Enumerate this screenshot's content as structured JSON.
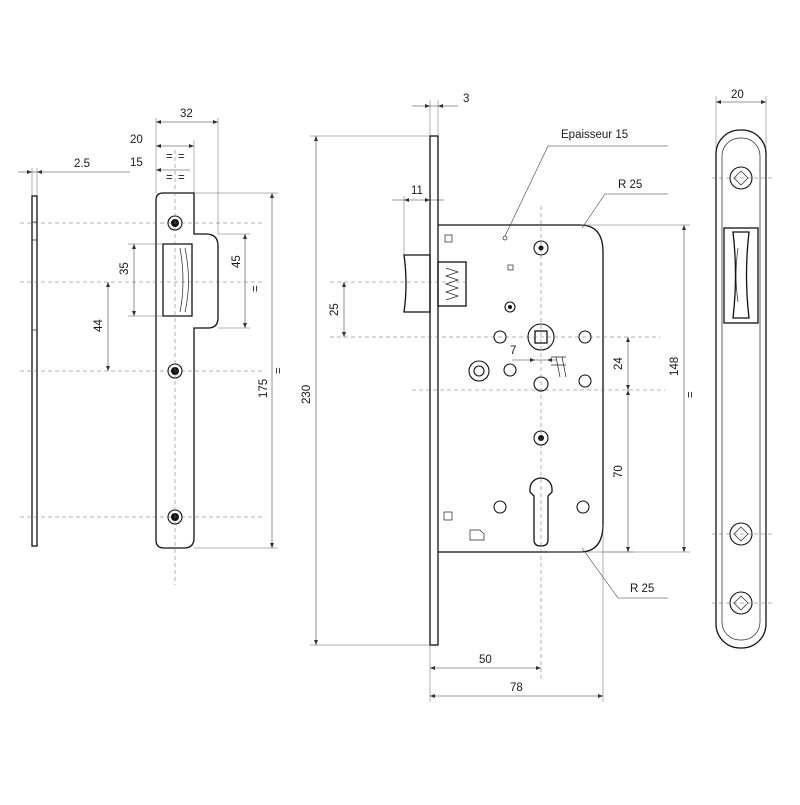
{
  "labels": {
    "strike_plate": {
      "thickness": "2.5",
      "width": "32",
      "offset_20": "20",
      "offset_15": "15",
      "opening_35": "35",
      "opening_44": "44",
      "opening_45": "45",
      "length": "175",
      "equal_top": "=",
      "equal_mid": "=",
      "equal_right": "="
    },
    "lock_body": {
      "faceplate_thickness": "3",
      "latch_projection": "11",
      "body_thickness": "Epaisseur 15",
      "radius_top": "R 25",
      "radius_bottom": "R 25",
      "latch_offset": "25",
      "total_height": "230",
      "hub_square": "7",
      "distance_24": "24",
      "distance_70": "70",
      "body_height": "148",
      "backset": "50",
      "body_depth": "78",
      "equal_body": "="
    },
    "faceplate": {
      "width": "20"
    }
  },
  "colors": {
    "line": "#111111",
    "dimension": "#333333",
    "background": "#ffffff"
  }
}
